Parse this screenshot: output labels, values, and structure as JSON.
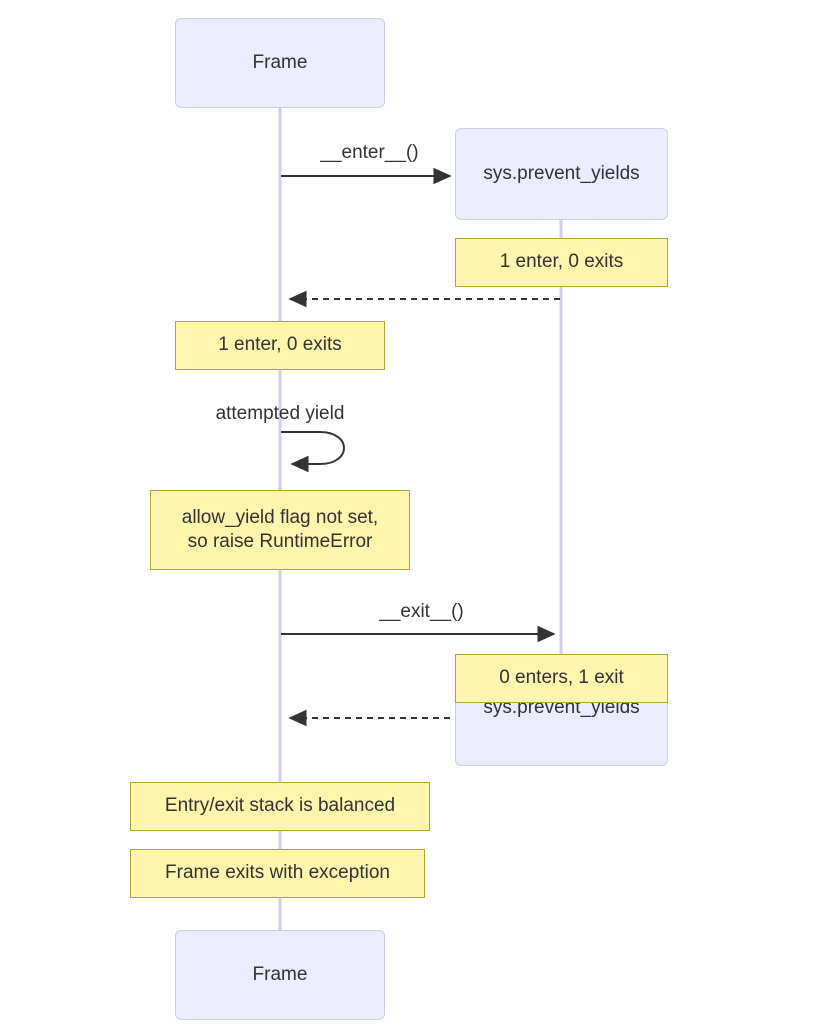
{
  "diagram": {
    "type": "sequence-diagram",
    "background_color": "#ffffff",
    "actor_fill": "#ececff",
    "actor_stroke": "#ccccfa",
    "note_fill": "#fff5ad",
    "note_stroke": "#aaaa33",
    "lifeline_color": "#d3cdf5",
    "arrow_color": "#333333",
    "text_color": "#333333"
  },
  "participants": {
    "top_left": {
      "label": "Frame"
    },
    "top_right": {
      "label": "sys.prevent_yields"
    },
    "bottom_right": {
      "label": "sys.prevent_yields"
    },
    "bottom_left": {
      "label": "Frame"
    }
  },
  "messages": [
    {
      "label": "__enter__()",
      "from": "Frame",
      "to": "sys.prevent_yields",
      "style": "solid",
      "direction": "right"
    },
    {
      "label": "",
      "from": "sys.prevent_yields",
      "to": "Frame",
      "style": "dashed",
      "direction": "left"
    },
    {
      "label": "attempted yield",
      "from": "Frame",
      "to": "Frame",
      "style": "solid",
      "direction": "self-loop"
    },
    {
      "label": "__exit__()",
      "from": "Frame",
      "to": "sys.prevent_yields",
      "style": "solid",
      "direction": "right"
    },
    {
      "label": "",
      "from": "sys.prevent_yields",
      "to": "Frame",
      "style": "dashed",
      "direction": "left"
    }
  ],
  "notes": [
    {
      "text": "1 enter, 0 exits",
      "over": "sys.prevent_yields"
    },
    {
      "text": "1 enter, 0 exits",
      "over": "Frame"
    },
    {
      "text": "allow_yield flag not set,\nso raise RuntimeError",
      "over": "Frame"
    },
    {
      "text": "0 enters, 1 exit",
      "over": "sys.prevent_yields"
    },
    {
      "text": "Entry/exit stack is balanced",
      "over": "Frame"
    },
    {
      "text": "Frame exits with exception",
      "over": "Frame"
    }
  ]
}
